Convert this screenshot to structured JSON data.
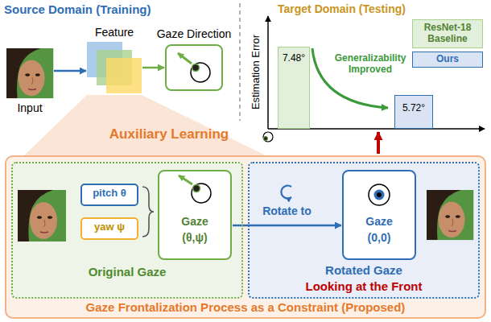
{
  "diagram": {
    "nodes": [
      {
        "text": [
          "Input"
        ]
      },
      {
        "text": [
          "Feature"
        ]
      },
      {
        "text": [
          "Gaze Direction"
        ]
      },
      {
        "text": [
          "7.48°"
        ]
      },
      {
        "text": [
          "5.72°"
        ]
      },
      {
        "text": [
          "Gaze Frontalization Process as a Constraint (Proposed)"
        ]
      },
      {
        "text": [
          "Original Gaze"
        ],
        "in": 5
      },
      {
        "text": [
          "pitch θ"
        ],
        "in": 6
      },
      {
        "text": [
          "yaw ψ"
        ],
        "in": 6
      },
      {
        "text": [
          "Gaze",
          "(θ,ψ)"
        ],
        "in": 6
      },
      {
        "text": [
          "Rotated Gaze",
          "Looking at the Front"
        ],
        "in": 5
      },
      {
        "text": [
          "Gaze",
          "(0,0)"
        ],
        "in": 10
      }
    ],
    "edges": [
      {
        "from": 0,
        "to": 1,
        "arrow": "to"
      },
      {
        "from": 1,
        "to": 2,
        "arrow": "to"
      },
      {
        "from": 9,
        "to": 11,
        "label": "Rotate to",
        "arrow": "to"
      }
    ],
    "labels": [
      "Source Domain (Training)",
      "Target Domain (Testing)",
      "Estimation Error",
      "Generalizability Improved",
      "Auxiliary Learning"
    ],
    "legend": [
      {
        "text": "ResNet-18 Baseline",
        "color": "#e2efda"
      },
      {
        "text": "Ours",
        "color": "#dae3f3"
      }
    ]
  }
}
